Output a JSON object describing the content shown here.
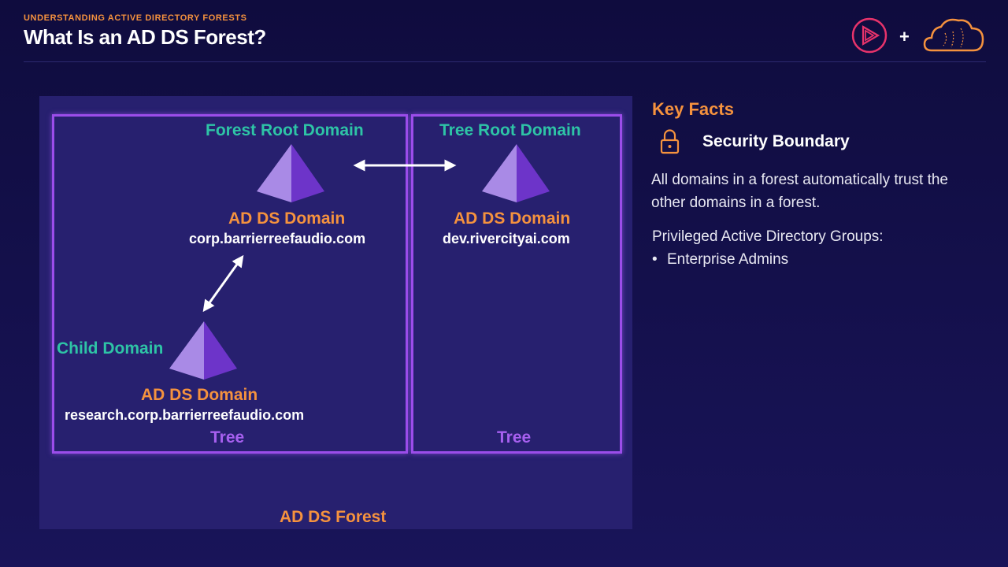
{
  "header": {
    "eyebrow": "UNDERSTANDING ACTIVE DIRECTORY FORESTS",
    "title": "What Is an AD DS Forest?",
    "plus": "+"
  },
  "diagram": {
    "forest_label": "AD DS Forest",
    "left_tree": {
      "label": "Tree",
      "root": {
        "role": "Forest Root Domain",
        "type": "AD DS Domain",
        "name": "corp.barrierreefaudio.com"
      },
      "child": {
        "role": "Child Domain",
        "type": "AD DS Domain",
        "name": "research.corp.barrierreefaudio.com"
      }
    },
    "right_tree": {
      "label": "Tree",
      "root": {
        "role": "Tree Root Domain",
        "type": "AD DS Domain",
        "name": "dev.rivercityai.com"
      }
    },
    "icons": {
      "domain": "pyramid-icon",
      "trust": "double-arrow-icon"
    }
  },
  "key_facts": {
    "title": "Key Facts",
    "security_label": "Security Boundary",
    "security_icon": "lock-icon",
    "description": "All domains in a forest automatically trust the other domains in a forest.",
    "groups_label": "Privileged Active Directory Groups:",
    "groups": [
      "Enterprise Admins"
    ],
    "bullet": "•"
  },
  "colors": {
    "background": "#14114a",
    "panel": "#27206f",
    "accent_orange": "#f5923e",
    "accent_teal": "#2ec4a6",
    "tree_border": "#9b4dea",
    "brand_pink": "#e8336b"
  }
}
